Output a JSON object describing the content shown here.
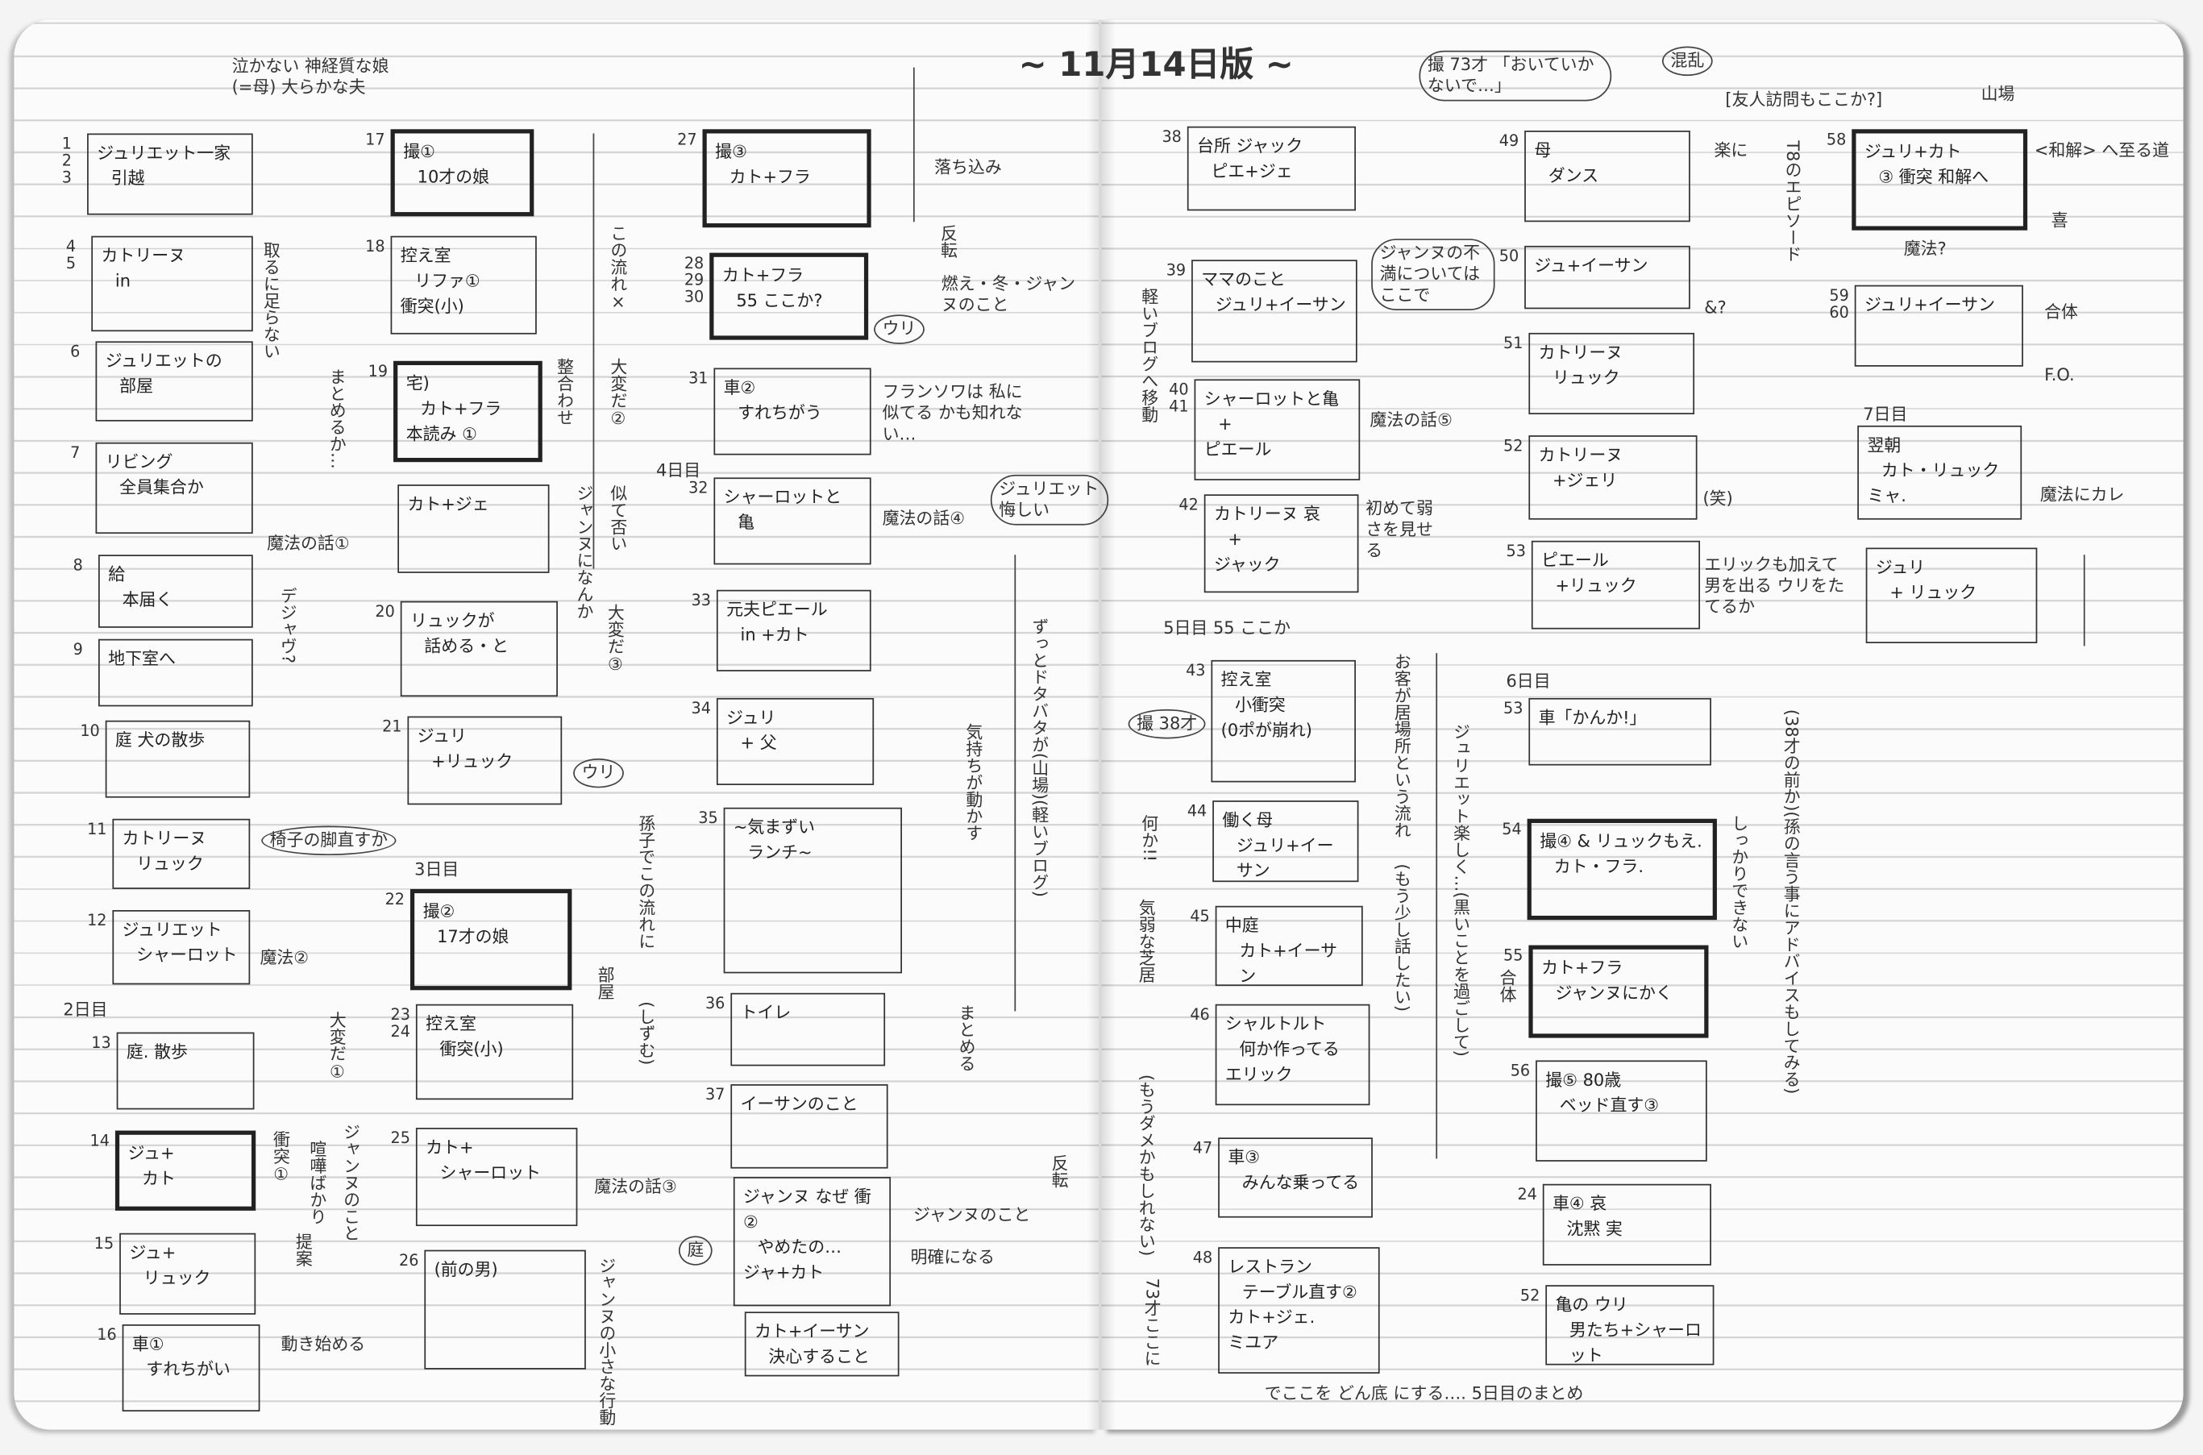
{
  "title": "~ 11月14日版 ~",
  "scenes": [
    {
      "num": "1 2 3",
      "lines": [
        "ジュリエット一家",
        "引越"
      ]
    },
    {
      "num": "4 5",
      "lines": [
        "カトリーヌ",
        "in"
      ]
    },
    {
      "num": "6",
      "lines": [
        "ジュリエットの",
        "部屋"
      ]
    },
    {
      "num": "7",
      "lines": [
        "リビング",
        "全員集合か"
      ]
    },
    {
      "num": "8",
      "lines": [
        "給",
        "本届く"
      ]
    },
    {
      "num": "9",
      "lines": [
        "地下室へ"
      ]
    },
    {
      "num": "10",
      "lines": [
        "庭 犬の散歩"
      ]
    },
    {
      "num": "11",
      "lines": [
        "カトリーヌ",
        "リュック"
      ]
    },
    {
      "num": "12",
      "lines": [
        "ジュリエット",
        "シャーロット"
      ]
    },
    {
      "num": "13",
      "lines": [
        "庭. 散歩"
      ]
    },
    {
      "num": "14",
      "lines": [
        "ジュ+",
        "カト"
      ],
      "thick": true
    },
    {
      "num": "15",
      "lines": [
        "ジュ+",
        "リュック"
      ]
    },
    {
      "num": "16",
      "lines": [
        "車①",
        "すれちがい"
      ]
    },
    {
      "num": "17",
      "lines": [
        "撮①",
        "10才の娘"
      ],
      "thick": true
    },
    {
      "num": "18",
      "lines": [
        "控え室",
        "リファ①",
        "衝突(小)"
      ]
    },
    {
      "num": "19",
      "lines": [
        "宅)",
        "カト+フラ",
        "本読み ①"
      ],
      "thick": true
    },
    {
      "num": "",
      "lines": [
        "カト+ジェ"
      ]
    },
    {
      "num": "20",
      "lines": [
        "リュックが",
        "話める・と"
      ]
    },
    {
      "num": "21",
      "lines": [
        "ジュリ",
        "+リュック"
      ]
    },
    {
      "num": "22",
      "lines": [
        "撮②",
        "17才の娘"
      ],
      "thick": true
    },
    {
      "num": "23 24",
      "lines": [
        "控え室",
        "衝突(小)"
      ]
    },
    {
      "num": "25",
      "lines": [
        "カト+",
        "シャーロット"
      ]
    },
    {
      "num": "26",
      "lines": [
        "(前の男)"
      ]
    },
    {
      "num": "27",
      "lines": [
        "撮③",
        "カト+フラ"
      ],
      "thick": true
    },
    {
      "num": "28 29 30",
      "lines": [
        "カト+フラ",
        "55 ここか?"
      ],
      "thick": true
    },
    {
      "num": "31",
      "lines": [
        "車②",
        "すれちがう"
      ]
    },
    {
      "num": "32",
      "lines": [
        "シャーロットと",
        "亀"
      ]
    },
    {
      "num": "33",
      "lines": [
        "元夫ピエール",
        "in +カト"
      ]
    },
    {
      "num": "34",
      "lines": [
        "ジュリ",
        "+ 父"
      ]
    },
    {
      "num": "35",
      "lines": [
        "~気まずい",
        "ランチ~"
      ]
    },
    {
      "num": "36",
      "lines": [
        "トイレ"
      ]
    },
    {
      "num": "37",
      "lines": [
        "イーサンのこと"
      ]
    },
    {
      "num": "",
      "lines": [
        "ジャンヌ なぜ 衝②",
        "やめたの…",
        "ジャ+カト"
      ]
    },
    {
      "num": "",
      "lines": [
        "カト+イーサン",
        "決心すること"
      ]
    },
    {
      "num": "38",
      "lines": [
        "台所 ジャック",
        "ピエ+ジェ"
      ]
    },
    {
      "num": "39",
      "lines": [
        "ママのこと",
        "ジュリ+イーサン"
      ]
    },
    {
      "num": "40 41",
      "lines": [
        "シャーロットと亀",
        "+",
        "ピエール"
      ]
    },
    {
      "num": "42",
      "lines": [
        "カトリーヌ 哀",
        "+",
        "ジャック"
      ]
    },
    {
      "num": "43",
      "lines": [
        "控え室",
        "小衝突",
        "(0ポが崩れ)"
      ]
    },
    {
      "num": "44",
      "lines": [
        "働く母",
        "ジュリ+イーサン"
      ]
    },
    {
      "num": "45",
      "lines": [
        "中庭",
        "カト+イーサン"
      ]
    },
    {
      "num": "46",
      "lines": [
        "シャルトルト",
        "何か作ってる",
        "エリック"
      ]
    },
    {
      "num": "47",
      "lines": [
        "車③",
        "みんな乗ってる"
      ]
    },
    {
      "num": "48",
      "lines": [
        "レストラン",
        "テーブル直す②",
        "カト+ジェ.",
        "ミユア"
      ]
    },
    {
      "num": "49",
      "lines": [
        "母",
        "ダンス"
      ]
    },
    {
      "num": "50",
      "lines": [
        "ジュ+イーサン"
      ]
    },
    {
      "num": "51",
      "lines": [
        "カトリーヌ",
        "リュック"
      ]
    },
    {
      "num": "52",
      "lines": [
        "カトリーヌ",
        "+ジェリ"
      ]
    },
    {
      "num": "53",
      "lines": [
        "ピエール",
        "+リュック"
      ]
    },
    {
      "num": "53",
      "lines": [
        "車「かんか!」"
      ]
    },
    {
      "num": "54",
      "lines": [
        "撮④ & リュックもえ.",
        "カト・フラ."
      ],
      "thick": true
    },
    {
      "num": "55",
      "lines": [
        "カト+フラ",
        "ジャンヌにかく"
      ],
      "thick": true
    },
    {
      "num": "56",
      "lines": [
        "撮⑤ 80歳",
        "ベッド直す③"
      ]
    },
    {
      "num": "24",
      "lines": [
        "車④ 哀",
        "沈黙 実"
      ]
    },
    {
      "num": "52",
      "lines": [
        "亀の ウリ",
        "男たち+シャーロット"
      ]
    },
    {
      "num": "58",
      "lines": [
        "ジュリ+カト",
        "③ 衝突 和解へ"
      ],
      "thick": true
    },
    {
      "num": "59 60",
      "lines": [
        "ジュリ+イーサン"
      ]
    },
    {
      "num": "",
      "lines": [
        "翌朝",
        "カト・リュック",
        "ミャ."
      ]
    },
    {
      "num": "",
      "lines": [
        "ジュリ",
        "+ リュック"
      ]
    }
  ],
  "annotations": [
    {
      "text": "泣かない 神経質な娘(=母) 大らかな夫"
    },
    {
      "text": "取るに足らない",
      "v": true
    },
    {
      "text": "魔法の話①"
    },
    {
      "text": "デジャヴ?",
      "v": true
    },
    {
      "text": "椅子の脚直すか",
      "circ": true
    },
    {
      "text": "魔法②"
    },
    {
      "text": "2日目"
    },
    {
      "text": "大変だ①",
      "v": true
    },
    {
      "text": "衝突①",
      "v": true
    },
    {
      "text": "喧嘩ばかり",
      "v": true
    },
    {
      "text": "ジャンヌのこと",
      "v": true
    },
    {
      "text": "提案",
      "v": true
    },
    {
      "text": "動き始める"
    },
    {
      "text": "まとめるか…",
      "v": true
    },
    {
      "text": "整合わせ",
      "v": true
    },
    {
      "text": "ジャンヌになんか",
      "v": true
    },
    {
      "text": "この流れ×",
      "v": true
    },
    {
      "text": "大変だ②",
      "v": true
    },
    {
      "text": "似て否い",
      "v": true
    },
    {
      "text": "大変だ③",
      "v": true
    },
    {
      "text": "ウリ",
      "circ": true
    },
    {
      "text": "3日目"
    },
    {
      "text": "部屋",
      "v": true
    },
    {
      "text": "(しずむ)",
      "v": true
    },
    {
      "text": "魔法の話③"
    },
    {
      "text": "ジャンヌの小さな行動",
      "v": true
    },
    {
      "text": "落ち込み"
    },
    {
      "text": "反転",
      "v": true
    },
    {
      "text": "燃え・冬・ジャンヌのこと"
    },
    {
      "text": "ウリ",
      "circ": true
    },
    {
      "text": "フランソワは 私に似てる かも知れない…"
    },
    {
      "text": "4日目"
    },
    {
      "text": "魔法の話④"
    },
    {
      "text": "ジュリエット 悔しい",
      "circ": true
    },
    {
      "text": "孫子でこの流れに",
      "v": true
    },
    {
      "text": "気持ちが動かす",
      "v": true
    },
    {
      "text": "ずっとドタバタが(山場)(軽いブログ)",
      "v": true
    },
    {
      "text": "まとめる",
      "v": true
    },
    {
      "text": "反転",
      "v": true
    },
    {
      "text": "ジャンヌのこと"
    },
    {
      "text": "明確になる"
    },
    {
      "text": "庭",
      "circ": true
    },
    {
      "text": "撮 73才 「おいていかないで…」",
      "circ": true
    },
    {
      "text": "混乱",
      "circ": true
    },
    {
      "text": "[友人訪問もここか?]"
    },
    {
      "text": "山場"
    },
    {
      "text": "<和解> へ至る道"
    },
    {
      "text": "喜"
    },
    {
      "text": "魔法?"
    },
    {
      "text": "合体"
    },
    {
      "text": "F.O."
    },
    {
      "text": "7日目"
    },
    {
      "text": "魔法にカレ"
    },
    {
      "text": "ジャンヌの不満についてはここで",
      "circ": true
    },
    {
      "text": "軽いブログへ移動",
      "v": true
    },
    {
      "text": "魔法の話⑤"
    },
    {
      "text": "初めて弱さを見せる"
    },
    {
      "text": "楽に"
    },
    {
      "text": "T8のエピソード",
      "v": true
    },
    {
      "text": "&?"
    },
    {
      "text": "(笑)"
    },
    {
      "text": "エリックも加えて男を出る ウリをたてるか"
    },
    {
      "text": "5日目 55 ここか"
    },
    {
      "text": "撮 38才",
      "circ": true
    },
    {
      "text": "何か!!",
      "v": true
    },
    {
      "text": "気弱な芝居",
      "v": true
    },
    {
      "text": "(もうダメかもしれない)",
      "v": true
    },
    {
      "text": "お客が居場所という流れ",
      "v": true
    },
    {
      "text": "ジュリエット楽しく…(黒いことを過ごして)",
      "v": true
    },
    {
      "text": "(もう少し話したい)",
      "v": true
    },
    {
      "text": "6日目"
    },
    {
      "text": "しっかりできない",
      "v": true
    },
    {
      "text": "合体",
      "v": true
    },
    {
      "text": "(38才の前か)(孫の言う事にアドバイスもしてみる)",
      "v": true
    },
    {
      "text": "73才ここに",
      "v": true
    },
    {
      "text": "でここを どん底 にする…. 5日目のまとめ"
    }
  ]
}
